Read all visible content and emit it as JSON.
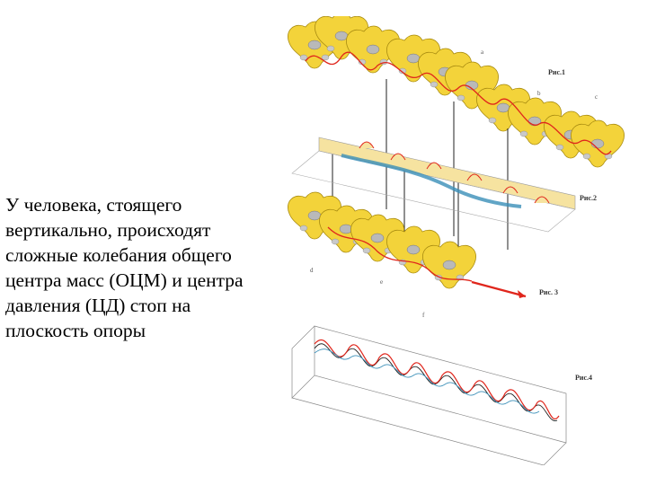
{
  "caption": {
    "lines": [
      "У человека, стоящего",
      "вертикально, происходят",
      "сложные колебания общего",
      "центра масс (ОЦМ) и центра",
      "давления (ЦД) стоп на",
      "плоскость опоры"
    ]
  },
  "figure": {
    "labels": {
      "fig1": "Рис.1",
      "fig2": "Рис.2",
      "fig3": "Рис. 3",
      "fig4": "Рис.4"
    },
    "letters": [
      "a",
      "b",
      "c",
      "d",
      "e",
      "f"
    ],
    "colors": {
      "bone": "#f3d33a",
      "bone_edge": "#a88b10",
      "cavity": "#b9b9b9",
      "trajectory": "#e0261c",
      "platform": "#f6e3a0",
      "shadow": "#3a8fb8"
    }
  }
}
